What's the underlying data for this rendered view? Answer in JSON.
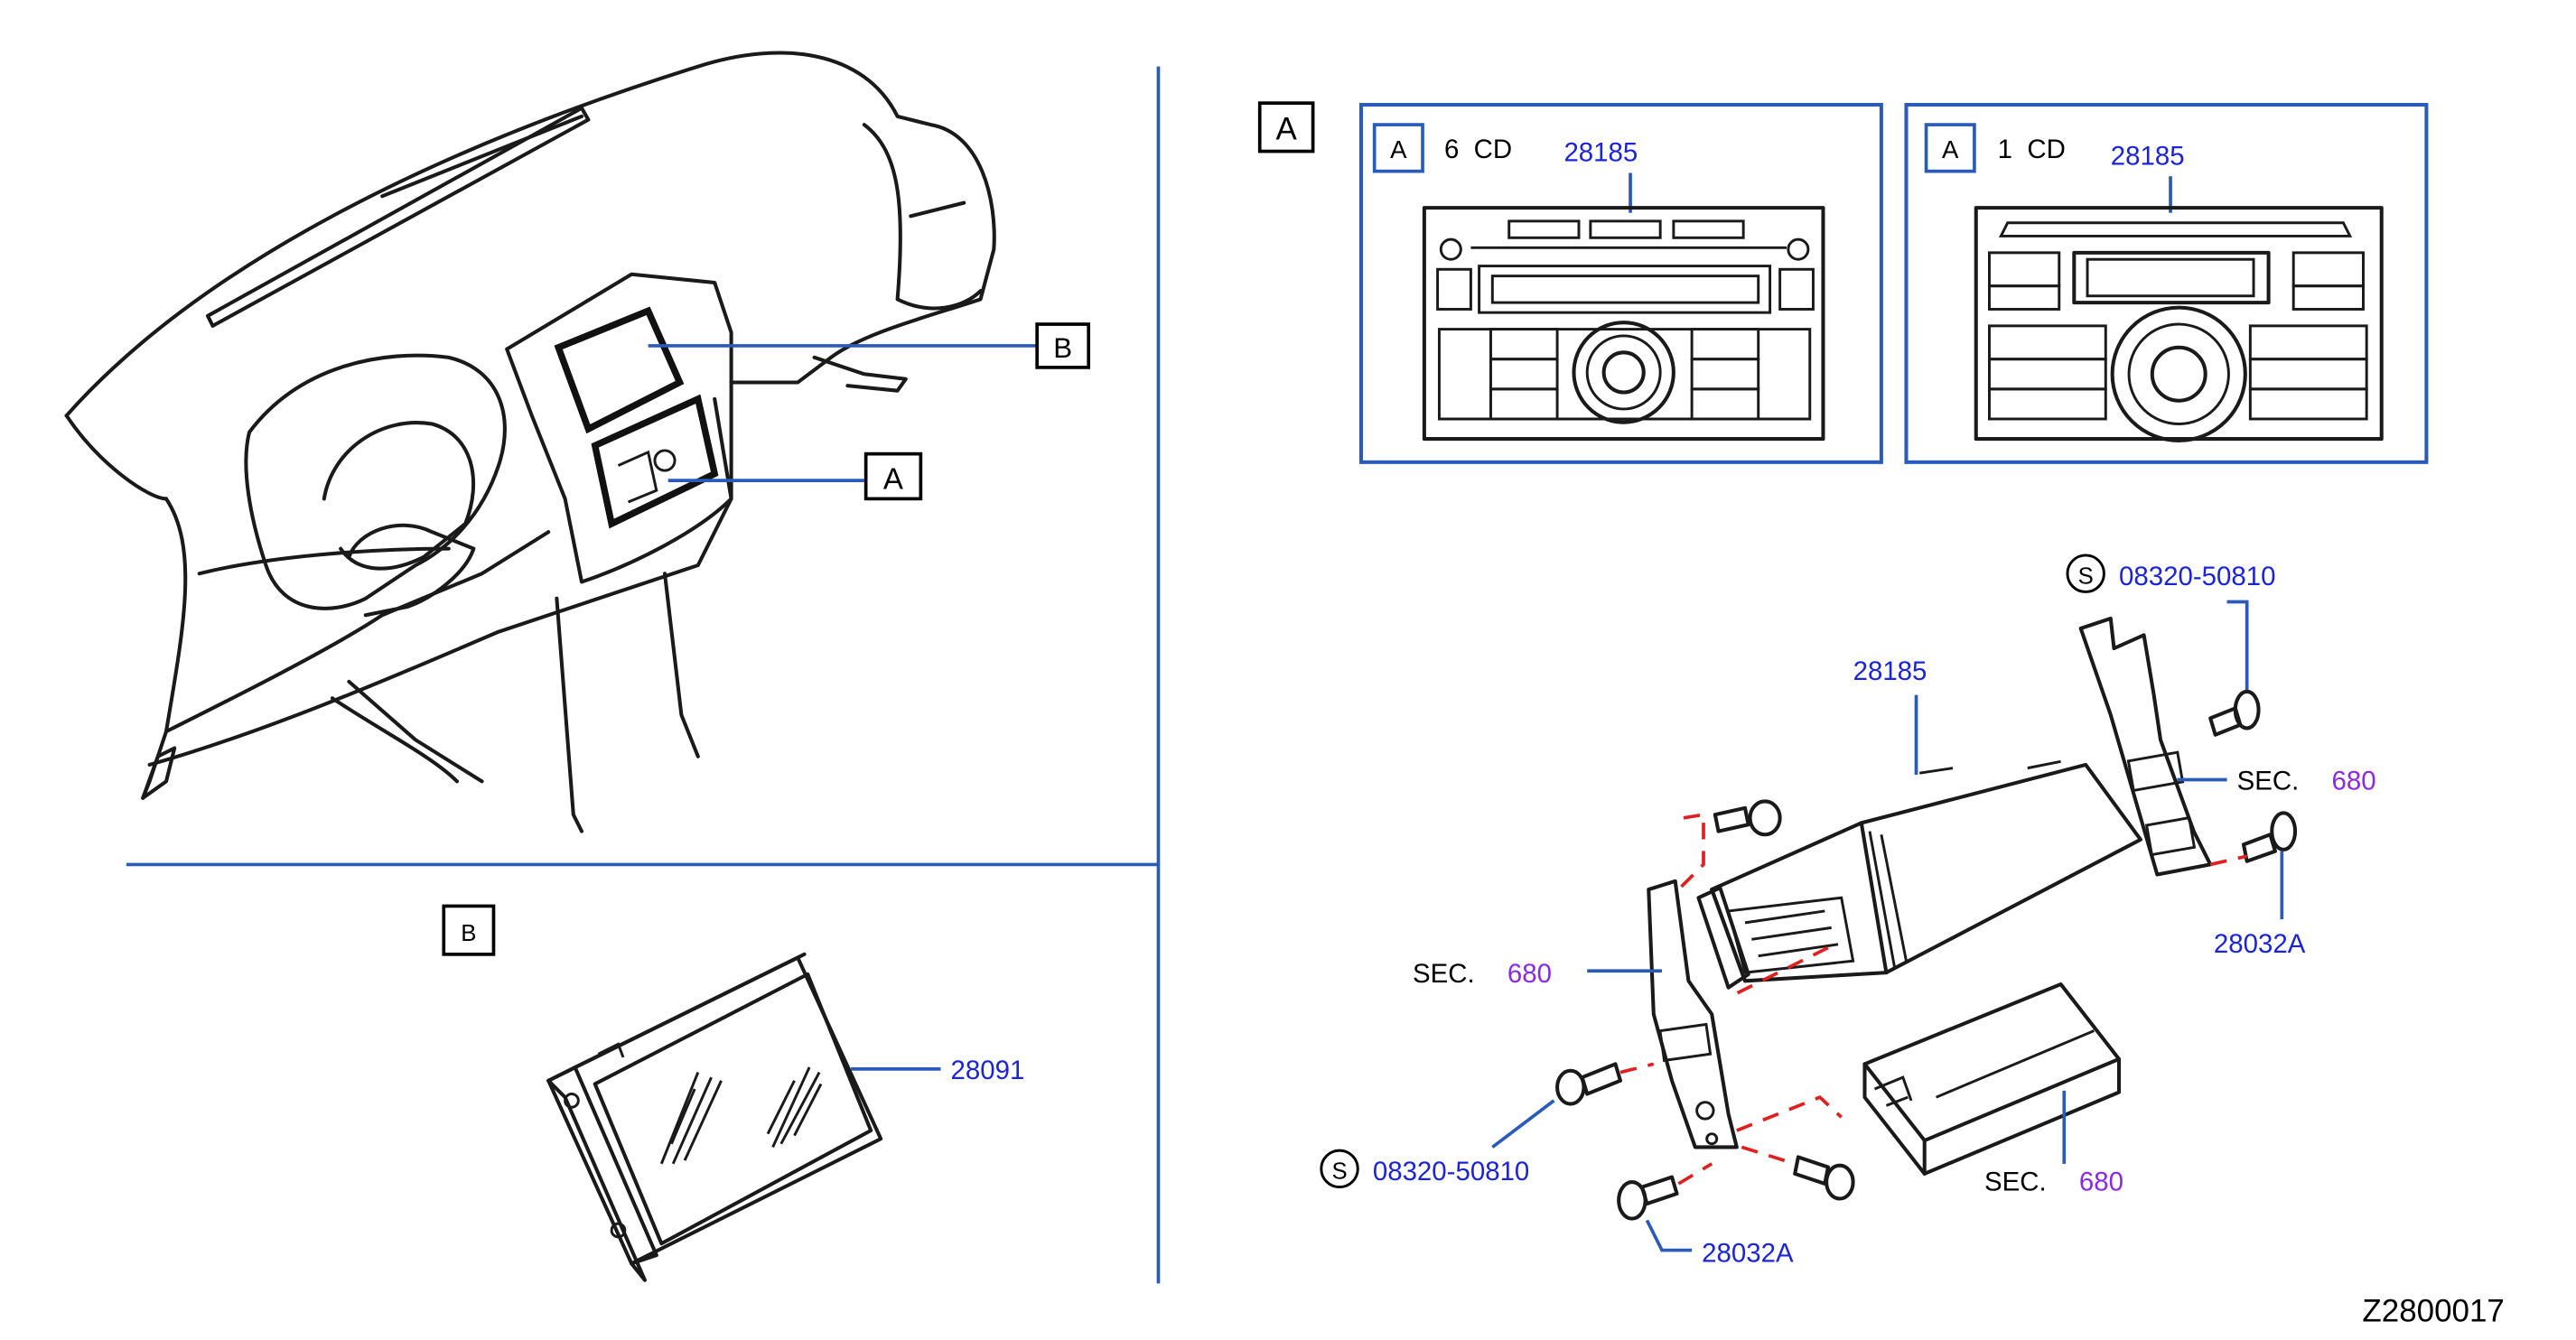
{
  "drawing_id": "Z2800017",
  "callouts": {
    "A": "A",
    "B": "B"
  },
  "panel_6cd": {
    "tag": "A",
    "title": "6  CD",
    "part": "28185"
  },
  "panel_1cd": {
    "tag": "A",
    "title": "1  CD",
    "part": "28185"
  },
  "section_b": {
    "tag": "B",
    "part": "28091"
  },
  "exploded": {
    "screw_top": {
      "symbol": "S",
      "part": "08320-50810"
    },
    "screw_bottom": {
      "symbol": "S",
      "part": "08320-50810"
    },
    "unit_part": "28185",
    "sec_right": {
      "label": "SEC.",
      "number": "680"
    },
    "sec_left": {
      "label": "SEC.",
      "number": "680"
    },
    "sec_bottom": {
      "label": "SEC.",
      "number": "680"
    },
    "bolt_right": "28032A",
    "bolt_bottom": "28032A"
  },
  "colors": {
    "part_number": "#1b24d8",
    "section_number": "#8a2be2",
    "leader": "#2a5bb8",
    "dashed": "#e02020"
  }
}
